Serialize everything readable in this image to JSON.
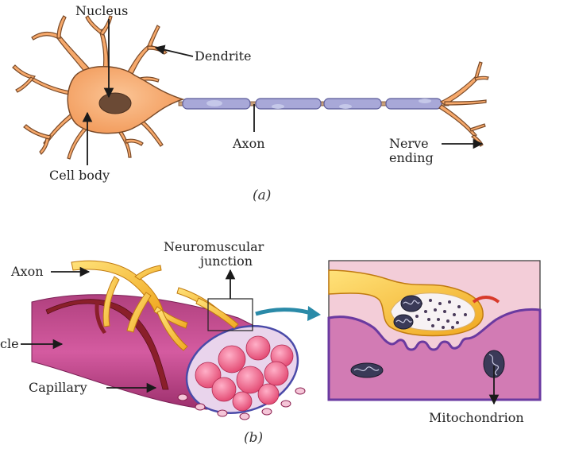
{
  "figure_a": {
    "caption": "(a)",
    "labels": {
      "nucleus": "Nucleus",
      "dendrite": "Dendrite",
      "cell_body": "Cell body",
      "axon": "Axon",
      "nerve_ending_line1": "Nerve",
      "nerve_ending_line2": "ending"
    }
  },
  "figure_b": {
    "caption": "(b)",
    "labels": {
      "axon": "Axon",
      "muscle_fragment": "cle",
      "capillary": "Capillary",
      "nmj_line1": "Neuromuscular",
      "nmj_line2": "junction",
      "mitochondrion": "Mitochondrion"
    }
  },
  "colors": {
    "cell_body": "#f7a96b",
    "nucleus": "#6b4a35",
    "myelin": "#a8a8d8",
    "muscle": "#c2458a",
    "myofibril": "#f06a90",
    "axon_terminal": "#f4c038",
    "capillary": "#8a1f2a"
  }
}
